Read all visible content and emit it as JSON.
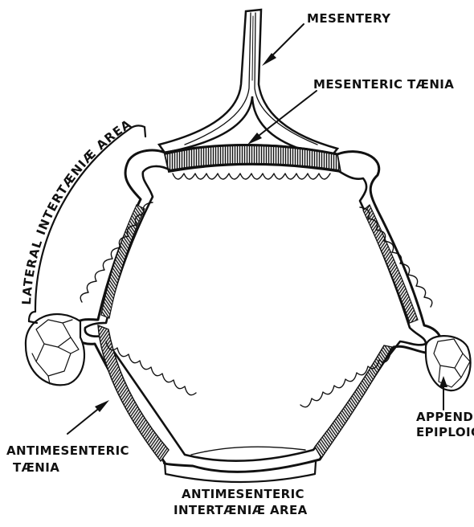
{
  "labels": {
    "mesentery": "MESENTERY",
    "mesenteric_taenia": "MESENTERIC TÆNIA",
    "lateral_intertaeniae_area": "LATERAL INTERTÆNIÆ AREA",
    "appendix_line1": "APPENDIX",
    "appendix_line2": "EPIPLOICA",
    "antimesenteric_taenia_line1": "ANTIMESENTERIC",
    "antimesenteric_taenia_line2": "TÆNIA",
    "antimesenteric_area_line1": "ANTIMESENTERIC",
    "antimesenteric_area_line2": "INTERTÆNIÆ AREA"
  },
  "colors": {
    "ink": "#111111",
    "background": "#ffffff"
  }
}
